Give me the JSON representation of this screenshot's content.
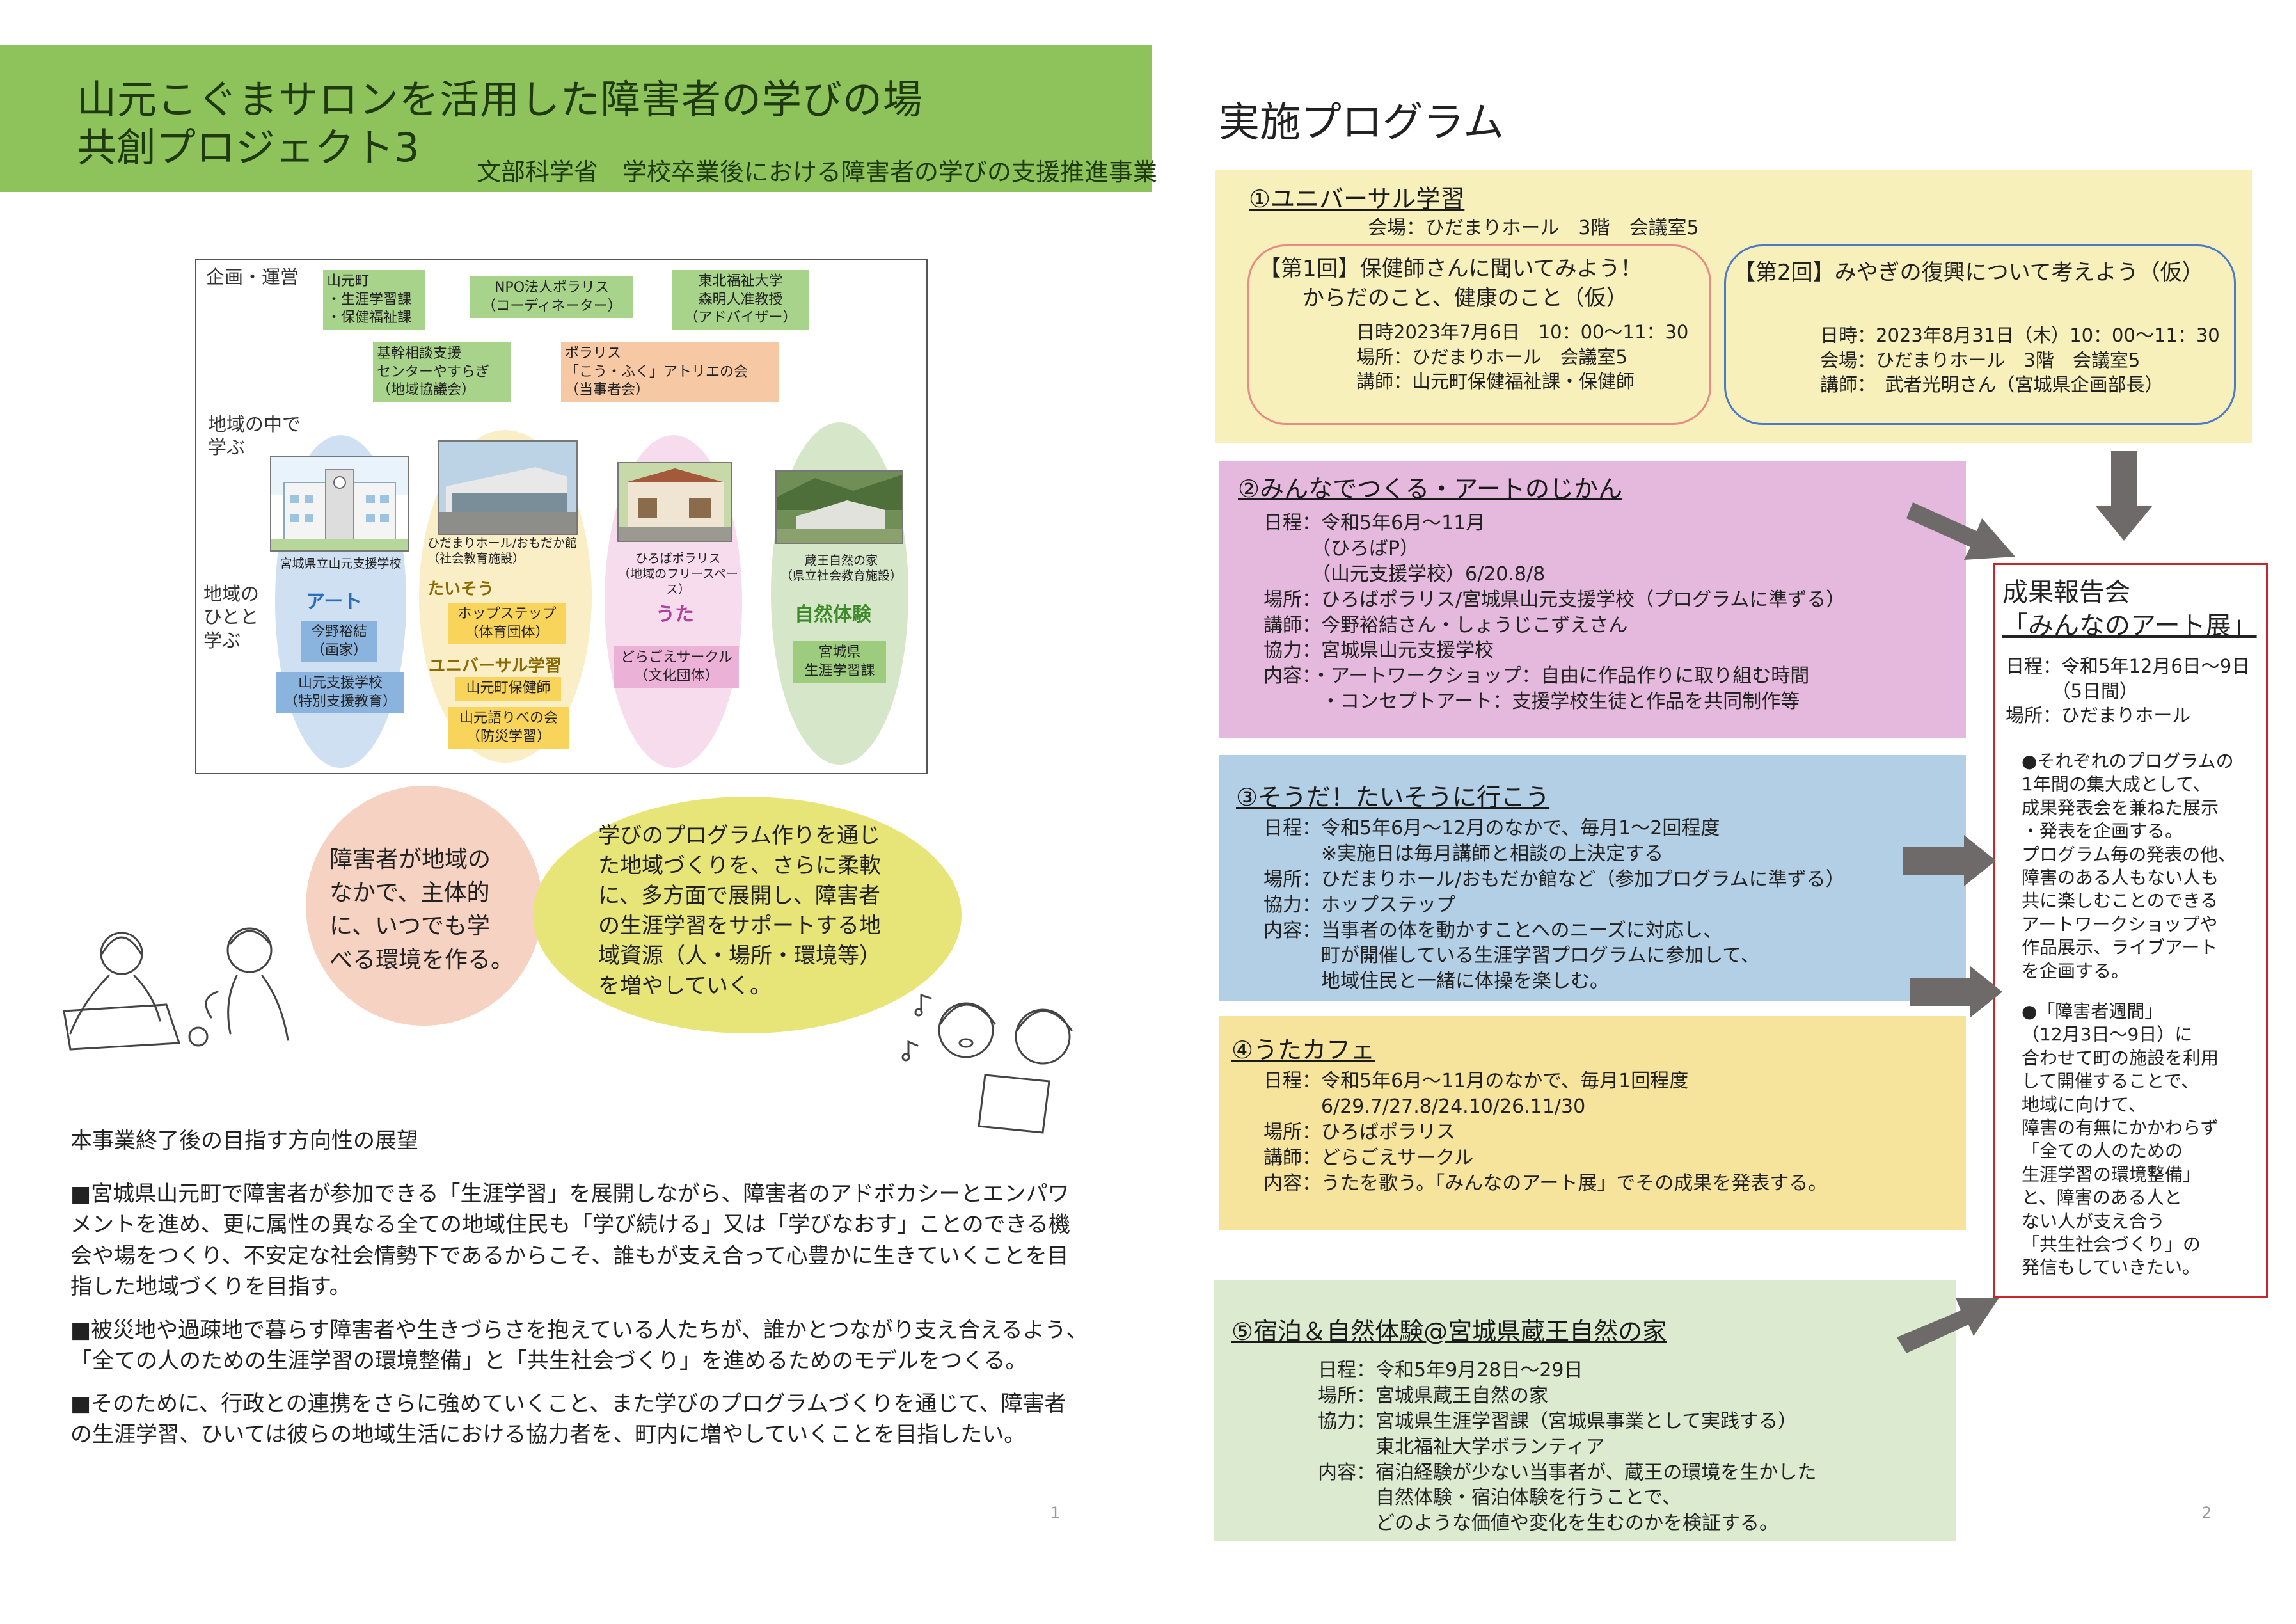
{
  "header": {
    "title_line1": "山元こぐまサロンを活用した障害者の学びの場",
    "title_line2": "共創プロジェクト3",
    "subtitle": "文部科学省　学校卒業後における障害者の学びの支援推進事業"
  },
  "diagram": {
    "label_planning": "企画・運営",
    "label_learn_in_region": "地域の中で\n学ぶ",
    "label_learn_with_people": "地域の\nひとと\n学ぶ",
    "org_yamamoto": "山元町\n・生涯学習課\n・保健福祉課",
    "org_npo": "NPO法人ポラリス\n（コーディネーター）",
    "org_tohoku": "東北福祉大学\n森明人准教授\n（アドバイザー）",
    "org_kikan": "基幹相談支援\nセンターやすらぎ\n（地域協議会）",
    "org_polaris": "ポラリス\n「こう・ふく」アトリエの会\n（当事者会）",
    "place_school": "宮城県立山元支援学校",
    "place_hidamari": "ひだまりホール/おもだか館\n（社会教育施設）",
    "place_hiroba": "ひろばポラリス\n（地域のフリースペース）",
    "place_zao": "蔵王自然の家\n（県立社会教育施設）",
    "cat_art": "アート",
    "cat_taisou": "たいそう",
    "cat_universal": "ユニバーサル学習",
    "cat_uta": "うた",
    "cat_nature": "自然体験",
    "p_imano": "今野裕結\n（画家）",
    "p_school": "山元支援学校\n（特別支援教育）",
    "p_hop": "ホップステップ\n（体育団体）",
    "p_hokenshi": "山元町保健師",
    "p_katari": "山元語りべの会\n（防災学習）",
    "p_dora": "どらごえサークル\n（文化団体）",
    "p_miyagi": "宮城県\n生涯学習課"
  },
  "circles": {
    "circle1": "障害者が地域の\nなかで、主体的\nに、いつでも学\nべる環境を作る。",
    "circle2": "学びのプログラム作りを通じ\nた地域づくりを、さらに柔軟\nに、多方面で展開し、障害者\nの生涯学習をサポートする地\n域資源（人・場所・環境等）\nを増やしていく。"
  },
  "future": {
    "title": "本事業終了後の目指す方向性の展望",
    "p1": "■宮城県山元町で障害者が参加できる「生涯学習」を展開しながら、障害者のアドボカシーとエンパワ\nメントを進め、更に属性の異なる全ての地域住民も「学び続ける」又は「学びなおす」ことのできる機\n会や場をつくり、不安定な社会情勢下であるからこそ、誰もが支え合って心豊かに生きていくことを目\n指した地域づくりを目指す。",
    "p2": "■被災地や過疎地で暮らす障害者や生きづらさを抱えている人たちが、誰かとつながり支え合えるよう、\n「全ての人のための生涯学習の環境整備」と「共生社会づくり」を進めるためのモデルをつくる。",
    "p3": "■そのために、行政との連携をさらに強めていくこと、また学びのプログラムづくりを通じて、障害者\nの生涯学習、ひいては彼らの地域生活における協力者を、町内に増やしていくことを目指したい。"
  },
  "page_numbers": {
    "left": "1",
    "right": "2"
  },
  "program": {
    "title": "実施プログラム",
    "s1": {
      "title": "①ユニバーサル学習",
      "venue": "会場：ひだまりホール　3階　会議室5",
      "r1_title": "【第1回】保健師さんに聞いてみよう！\n　　からだのこと、健康のこと（仮）",
      "r1_body": "日時2023年7月6日　10：00～11：30\n場所：ひだまりホール　会議室5\n講師：山元町保健福祉課・保健師",
      "r2_title": "【第2回】みやぎの復興について考えよう（仮）",
      "r2_body": "日時：2023年8月31日（木）10：00～11：30\n会場：ひだまりホール　3階　会議室5\n講師：　武者光明さん（宮城県企画部長）"
    },
    "s2": {
      "title": "②みんなでつくる・アートのじかん",
      "body": "日程：令和5年6月～11月\n　　　（ひろばP）\n　　　（山元支援学校）6/20.8/8\n場所：ひろばポラリス/宮城県山元支援学校（プログラムに準ずる）\n講師：今野裕結さん・しょうじこずえさん\n協力：宮城県山元支援学校\n内容：・アートワークショップ：自由に作品作りに取り組む時間\n　　　・コンセプトアート：支援学校生徒と作品を共同制作等"
    },
    "s3": {
      "title": "③そうだ！たいそうに行こう",
      "body": "日程：令和5年6月～12月のなかで、毎月1～2回程度\n　　　※実施日は毎月講師と相談の上決定する\n場所：ひだまりホール/おもだか館など（参加プログラムに準ずる）\n協力：ホップステップ\n内容：当事者の体を動かすことへのニーズに対応し、\n　　　町が開催している生涯学習プログラムに参加して、\n　　　地域住民と一緒に体操を楽しむ。"
    },
    "s4": {
      "title": "④うたカフェ",
      "body": "日程：令和5年6月～11月のなかで、毎月1回程度\n　　　6/29.7/27.8/24.10/26.11/30\n場所：ひろばポラリス\n講師：どらごえサークル\n内容：うたを歌う。「みんなのアート展」でその成果を発表する。"
    },
    "s5": {
      "title": "⑤宿泊＆自然体験@宮城県蔵王自然の家",
      "body": "日程：令和5年9月28日～29日\n場所：宮城県蔵王自然の家\n協力：宮城県生涯学習課（宮城県事業として実践する）\n　　　東北福祉大学ボランティア\n内容：宿泊経験が少ない当事者が、蔵王の環境を生かした\n　　　自然体験・宿泊体験を行うことで、\n　　　どのような価値や変化を生むのかを検証する。"
    },
    "report": {
      "title1": "成果報告会",
      "title2": "「みんなのアート展」",
      "schedule": "日程：令和5年12月6日～9日\n　　　（5日間）\n場所：ひだまりホール",
      "note1": "●それぞれのプログラムの\n1年間の集大成として、\n成果発表会を兼ねた展示\n・発表を企画する。\nプログラム毎の発表の他、\n障害のある人もない人も\n共に楽しむことのできる\nアートワークショップや\n作品展示、ライブアート\nを企画する。",
      "note2": "●「障害者週間」\n（12月3日～9日）に\n合わせて町の施設を利用\nして開催することで、\n地域に向けて、\n障害の有無にかかわらず\n「全ての人のための\n生涯学習の環境整備」\nと、障害のある人と\nない人が支え合う\n「共生社会づくり」の\n発信もしていきたい。"
    }
  },
  "colors": {
    "header_green": "#8dc35a",
    "s1_yellow": "#f7f0ba",
    "s2_pink": "#e5b8dd",
    "s3_blue": "#b3cfe5",
    "s4_yellow": "#f6e39c",
    "s5_green": "#dcead0",
    "report_border": "#c8262a",
    "arrow_gray": "#6d6a69"
  }
}
